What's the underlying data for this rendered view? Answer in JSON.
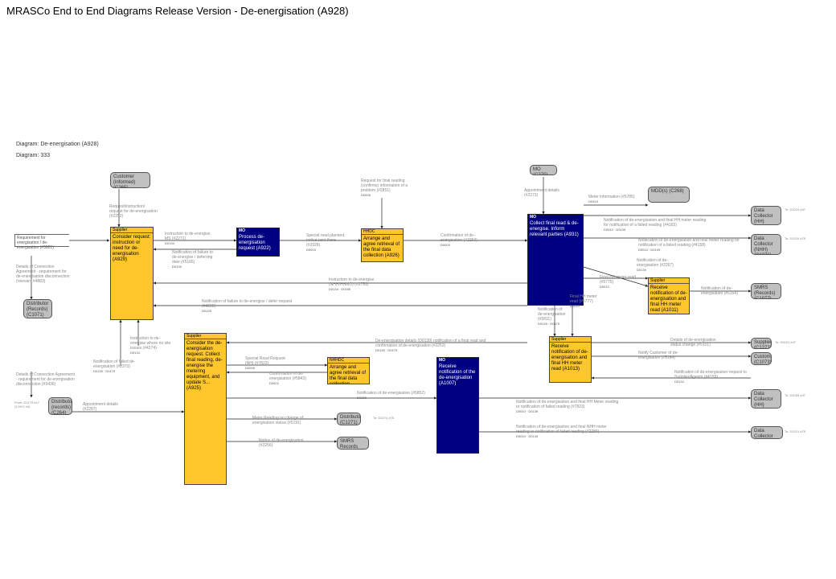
{
  "title": "MRASCo End to End Diagrams Release Version - De-energisation (A928)",
  "diagram_name": "Diagram: De-energisation (A928)",
  "diagram_number": "Diagram: 333",
  "trigger": "Requirement for energisation / de-energisation (#5921)",
  "colors": {
    "process_yellow": "#ffc72c",
    "process_navy": "#000080",
    "external_grey": "#c0c0c0"
  },
  "nodes": {
    "customer_top": "Customer (informed) (C265)",
    "supplier_a929": {
      "header": "Supplier",
      "text": "Consider request: instruction or need for de-energisation (A929)"
    },
    "mo_a922": {
      "header": "MO",
      "text": "Process de-energisation request (A922)"
    },
    "dc_arrange_top": {
      "header": "HHDC",
      "text": "Arrange and agree retrieval of the final data collection (A926)"
    },
    "mop_top": "MO (C270)",
    "mo_a931": {
      "header": "MO",
      "text": "Collect final read & de-energise. Inform relevant parties (A931)"
    },
    "mdd_top": "MDD(s) (C268)",
    "dc_hh_top": "Data Collector (HH) (C1075)",
    "dc_nhh_top": "Data Collector (NHH) (C1076)",
    "supp_ack_right": {
      "header": "Supplier",
      "text": "Receive notification of de-energisation and final HH meter read (A1011)"
    },
    "smrs_right": "SMRS (Records) (C1077)",
    "dist_left": "Distributor (Records) (C1071)",
    "dist_records_bottom": "Distributor (records) (C264)",
    "supp_a925": {
      "header": "Supplier",
      "text": "Consider the de-energisation request. Collect final reading, de-energise the metering equipment, and update S... (A925)"
    },
    "dc_arrange_mid": {
      "header": "NHHDC",
      "text": "Arrange and agree retrieval of the final data collection (A1012)"
    },
    "dist_mid": "Distributor (C1271)",
    "smrs_bottom": "SMRS Records (C1272)",
    "mo_a1007": {
      "header": "MO",
      "text": "Receive notification of the de-energisation (A1007)"
    },
    "supp_a1013": {
      "header": "Supplier",
      "text": "Receive notification of de-energisation and final HH meter read (A1013)"
    },
    "supplier_right": "Supplier (C1272)",
    "customer_right": "Customer (C1073)",
    "dc_hh_bottom": "Data Collector (HH) (C1083)",
    "dc_nhh_bottom": "Data Collector (NHH) (C1081)"
  },
  "flows": {
    "f1": {
      "text": "Request/instruction/ request for de-energisation (#2252)",
      "ref": ""
    },
    "f2": {
      "text": "Instruction to de-energise MS (#2271)",
      "ref": "D0134"
    },
    "f3": {
      "text": "Notification of failure to de-energise / deferring date (#5166)",
      "ref": "D0139"
    },
    "f4": {
      "text": "Special read planned, notice sent there (#2928)",
      "ref": "D0003"
    },
    "f5": {
      "text": "Request for final reading (confirms) information of a problem (#2851)",
      "ref": "D0005"
    },
    "f6": {
      "text": "Confirmation of de-energisation (#2253)",
      "ref": "D0003"
    },
    "f7": {
      "text": "Appointment details (#2273)",
      "ref": ""
    },
    "f8": {
      "text": "Meter information (#5785)",
      "ref": "D0313"
    },
    "f9": {
      "text": "Notification of de-energisation and final HH meter reading for notification of a failed reading (#4165)",
      "ref": "D0010 · D0139"
    },
    "f10": {
      "text": "Notification of de-energisation and final meter reading for notification of a failed reading (#4158)",
      "ref": "D0010 · D0139"
    },
    "f11": {
      "text": "Notification of de-energisation (#2267)",
      "ref": "D0139"
    },
    "f12": {
      "text": "Final HH meter read (#5775)",
      "ref": "D0010"
    },
    "f13": {
      "text": "Instruction to de-energise (NHH/HHMO) (#2759)",
      "ref": "D0134 · D0155"
    },
    "f14": {
      "text": "Notification of failure to de-energise / defer request (#4288)",
      "ref": "D0139"
    },
    "f15": {
      "text": "Details of Connection Agreement - requirement for de-energisation disconnection (relevant #4883)",
      "ref": ""
    },
    "f16": {
      "text": "Notification of de-energisation (#5154)",
      "ref": ""
    },
    "f17": {
      "text": "Final HH meter read (#5777)",
      "ref": "D0010"
    },
    "f18": {
      "text": "Notification of de-energisation (#5811)",
      "ref": "D0139 · D0179"
    },
    "f19": {
      "text": "Instruction to de-energise where no site issues (#4274)",
      "ref": "D0134"
    },
    "f20": {
      "text": "Notification of failed de-energisation (#2373)",
      "ref": "D0139 · D0179"
    },
    "f21": {
      "text": "De-energisation details (D0139) notification of a final read and confirmation of de-energisation (#2252)",
      "ref": "D0139 · D0179"
    },
    "f22": {
      "text": "Details of de-energisation status change (#5151)",
      "ref": ""
    },
    "f23": {
      "text": "Notify Customer of de-energisation (#5164)",
      "ref": ""
    },
    "f24": {
      "text": "Notification of de-energisation request to Supplier/Agents (#4159)",
      "ref": "D0132"
    },
    "f25": {
      "text": "Details of Connection Agreement - requirement for de-energisation disconnection (#3436)",
      "ref": ""
    },
    "f26": {
      "text": "Appointment details (#2287)",
      "ref": ""
    },
    "f27": {
      "text": "Special Read Request (NH) (#7822)",
      "ref": "D0005"
    },
    "f28": {
      "text": "Confirmation of de-energisation (#5843)",
      "ref": "D0002"
    },
    "f29": {
      "text": "Notification of de-energisation (#5852)",
      "ref": "D0139"
    },
    "f30": {
      "text": "Meter Reading on change of energisation status (#5191)",
      "ref": ""
    },
    "f31": {
      "text": "Notice of de-energisation (#2256)",
      "ref": ""
    },
    "f32": {
      "text": "Notification of de-energisation and final HH Meter reading or notification of failed reading (#7823)",
      "ref": "D0010 · D0139"
    },
    "f33": {
      "text": "Notification of de-energisation and final NHH meter reading or notification of failed reading (#2286)",
      "ref": "D0010 · D0139"
    }
  },
  "side_notes": {
    "s1": "To: D1020 #47",
    "s2": "To: D1020 #75",
    "s3": "To: D0001 #47",
    "s4": "To: D1055 #47",
    "s5": "To: D1074 #75",
    "s6": "To: D1020 #75",
    "s7": "To: D1021 #75",
    "s8": "From: D1179 #47 (1:09:0 44)"
  }
}
